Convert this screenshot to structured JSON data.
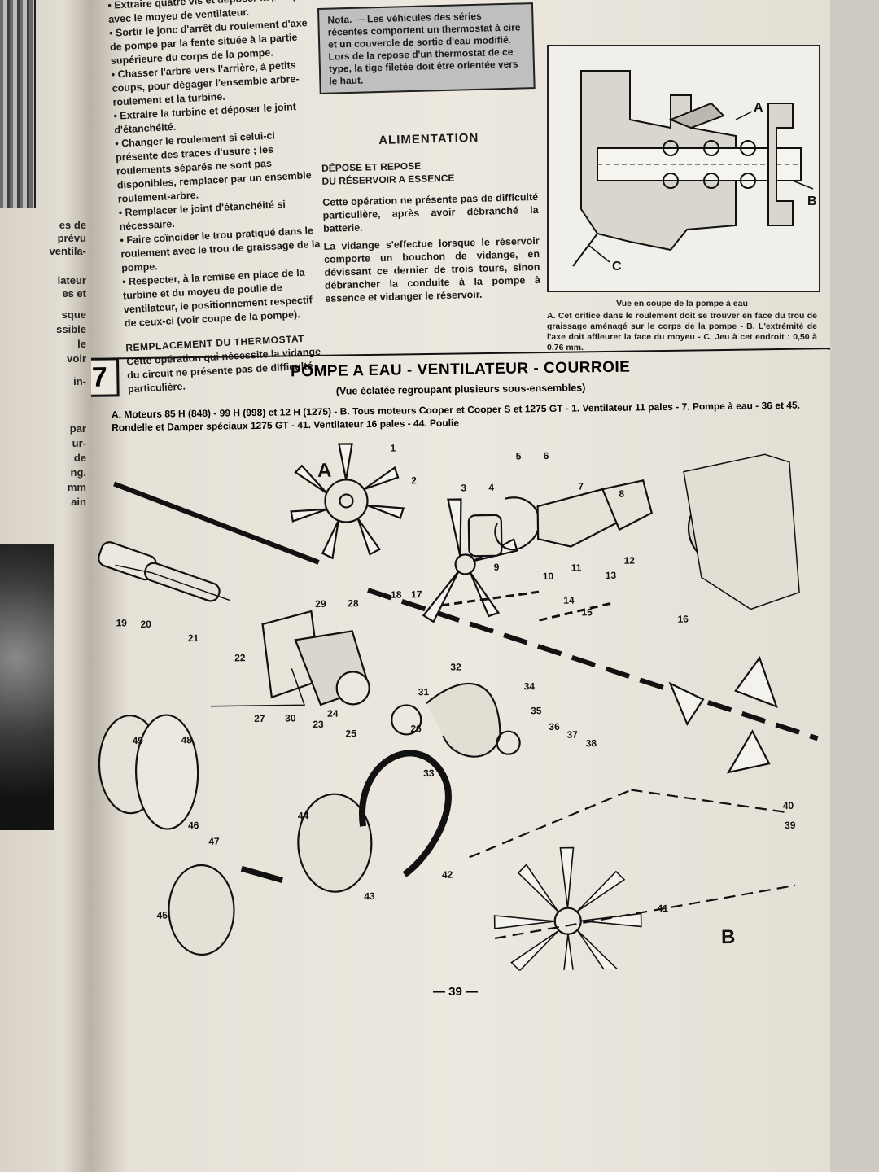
{
  "left_page": {
    "fragments": [
      "es de",
      "prévu",
      "ventila-",
      "lateur",
      "es et",
      "sque",
      "ssible",
      "le",
      "voir",
      "in-",
      "par",
      "ur-",
      "de",
      "ng.",
      "mm",
      "ain"
    ]
  },
  "column1": {
    "paragraphs": [
      "• Extraire quatre vis et déposer la pompe avec le moyeu de ventilateur.",
      "• Sortir le jonc d'arrêt du roulement d'axe de pompe par la fente située à la partie supérieure du corps de la pompe.",
      "• Chasser l'arbre vers l'arrière, à petits coups, pour dégager l'ensemble arbre-roulement et la turbine.",
      "• Extraire la turbine et déposer le joint d'étanchéité.",
      "• Changer le roulement si celui-ci présente des traces d'usure ; les roulements séparés ne sont pas disponibles, remplacer par un ensemble roulement-arbre.",
      "• Remplacer le joint d'étanchéité si nécessaire.",
      "• Faire coïncider le trou pratiqué dans le roulement avec le trou de graissage de la pompe.",
      "• Respecter, à la remise en place de la turbine et du moyeu de poulie de ventilateur, le positionnement respectif de ceux-ci (voir coupe de la pompe)."
    ],
    "heading": "REMPLACEMENT DU THERMOSTAT",
    "heading_paragraph": "Cette opération qui nécessite la vidange du circuit ne présente pas de difficulté particulière."
  },
  "column2": {
    "nota": "Nota. — Les véhicules des séries récentes comportent un thermostat à cire et un couvercle de sortie d'eau modifié. Lors de la repose d'un thermostat de ce type, la tige filetée doit être orientée vers le haut.",
    "title": "ALIMENTATION",
    "subheading_line1": "DÉPOSE ET REPOSE",
    "subheading_line2": "DU RÉSERVOIR A ESSENCE",
    "paragraphs": [
      "Cette opération ne présente pas de difficulté particulière, après avoir débranché la batterie.",
      "La vidange s'effectue lorsque le réservoir comporte un bouchon de vidange, en dévissant ce dernier de trois tours, sinon débrancher la conduite à la pompe à essence et vidanger le réservoir."
    ]
  },
  "pump_figure": {
    "labels": [
      "A",
      "B",
      "C"
    ],
    "caption_title": "Vue en coupe de la pompe à eau",
    "caption_text": "A. Cet orifice dans le roulement doit se trouver en face du trou de graissage aménagé sur le corps de la pompe - B. L'extrémité de l'axe doit affleurer la face du moyeu - C. Jeu à cet endroit : 0,50 à 0,76 mm."
  },
  "box": {
    "number": "7",
    "title": "POMPE A EAU - VENTILATEUR - COURROIE",
    "subtitle": "(Vue éclatée regroupant plusieurs sous-ensembles)",
    "legend": "A. Moteurs 85 H (848) - 99 H (998) et 12 H (1275) - B. Tous moteurs Cooper et Cooper S et 1275 GT - 1. Ventilateur 11 pales - 7. Pompe à eau - 36 et 45. Rondelle et Damper spéciaux 1275 GT - 41. Ventilateur 16 pales - 44. Poulie",
    "group_labels": [
      "A",
      "B"
    ],
    "part_numbers": [
      "1",
      "2",
      "3",
      "4",
      "5",
      "6",
      "7",
      "8",
      "9",
      "10",
      "11",
      "12",
      "13",
      "14",
      "15",
      "16",
      "17",
      "18",
      "19",
      "20",
      "21",
      "22",
      "23",
      "24",
      "25",
      "26",
      "27",
      "28",
      "29",
      "30",
      "31",
      "32",
      "33",
      "34",
      "35",
      "36",
      "37",
      "38",
      "39",
      "40",
      "41",
      "42",
      "43",
      "44",
      "45",
      "46",
      "47",
      "48",
      "49"
    ]
  },
  "page_number": "— 39 —"
}
